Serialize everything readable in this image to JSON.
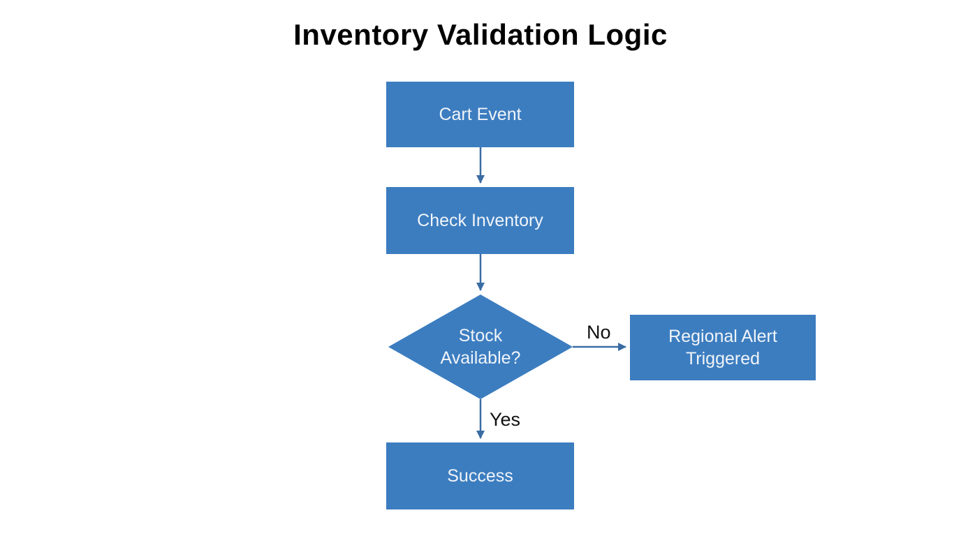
{
  "diagram": {
    "title": "Inventory Validation Logic",
    "nodes": {
      "cart_event": {
        "label": "Cart Event"
      },
      "check_inventory": {
        "label": "Check Inventory"
      },
      "stock_available": {
        "label": "Stock Available?"
      },
      "regional_alert": {
        "label": "Regional Alert Triggered"
      },
      "success": {
        "label": "Success"
      }
    },
    "edges": {
      "cart_to_check": {
        "from": "cart_event",
        "to": "check_inventory",
        "label": ""
      },
      "check_to_decision": {
        "from": "check_inventory",
        "to": "stock_available",
        "label": ""
      },
      "decision_to_alert": {
        "from": "stock_available",
        "to": "regional_alert",
        "label": "No"
      },
      "decision_to_success": {
        "from": "stock_available",
        "to": "success",
        "label": "Yes"
      }
    },
    "colors": {
      "node_fill": "#3c7dc0",
      "node_text": "#f0f4f8",
      "arrow": "#3a6ca4",
      "title_text": "#000000",
      "background": "#ffffff"
    }
  }
}
